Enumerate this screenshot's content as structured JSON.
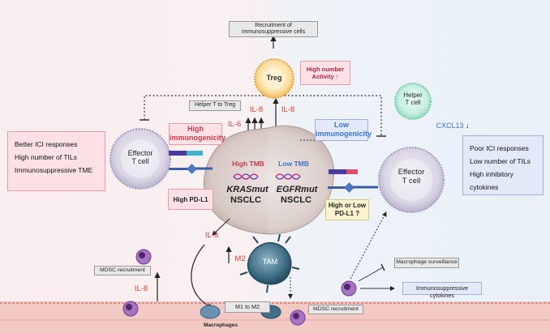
{
  "labels": {
    "recruitment": "Recruitment of\nimmunosuppressive cells",
    "treg": "Treg",
    "high_number": "High number",
    "activity": "Activity",
    "helper_to_treg": "Helper T to Treg",
    "il8_top1": "IL-8",
    "il8_top2": "IL-8",
    "il6_top": "IL-6",
    "helper_t": "Helper\nT cell",
    "cxcl13": "CXCL13",
    "high_immunogenicity": "High\nimmunogenicity",
    "low_immunogenicity": "Low\nimmunogenicity",
    "effector_left": "Effector\nT cell",
    "effector_right": "Effector\nT cell",
    "high_tmb": "High TMB",
    "low_tmb": "Low TMB",
    "kras": "KRASmut",
    "nsclc_left": "NSCLC",
    "egfr": "EGFRmut",
    "nsclc_right": "NSCLC",
    "high_pdl1": "High PD-L1",
    "high_low_pdl1": "High or Low\nPD-L1 ?",
    "il6_mid": "IL-6",
    "m2": "M2",
    "tam": "TAM",
    "mdsc_left": "MDSC recruitment",
    "il8_left": "IL-8",
    "macrophage_surveillance": "Macrophage surveillance",
    "immunosuppressive_cytokines": "Immunosuppressive cytokines",
    "m1_to_m2": "M1 to M2",
    "macrophages": "Macrophages",
    "mdsc_right": "MDSC recruitment"
  },
  "left_list": [
    "Better ICI responses",
    "High number of TILs",
    "Immunosuppressive TME"
  ],
  "right_list": [
    "Poor ICI responses",
    "Low number of TILs",
    "High inhibitory cytokines"
  ],
  "colors": {
    "red": "#d23a2a",
    "blue": "#3b78c4",
    "pink": "#fbe1e6",
    "lightblue": "#e3e9f7"
  }
}
